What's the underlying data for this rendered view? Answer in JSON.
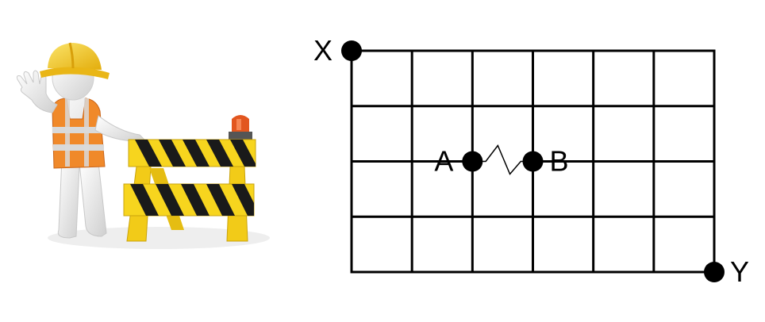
{
  "illustration": {
    "icon": "construction-worker-with-barrier",
    "colors": {
      "helmet": "#f5c518",
      "vest": "#f0892a",
      "reflective": "#d9d9d9",
      "barrier_yellow": "#f7d51e",
      "barrier_black": "#1a1a1a",
      "warning_light": "#e2561f",
      "figure": "#e9e9e9"
    }
  },
  "grid": {
    "columns": 6,
    "rows": 4,
    "line_color": "#000000",
    "points": [
      {
        "id": "X",
        "label": "X",
        "col": 0,
        "row": 0
      },
      {
        "id": "Y",
        "label": "Y",
        "col": 6,
        "row": 4
      },
      {
        "id": "A",
        "label": "A",
        "col": 2,
        "row": 2
      },
      {
        "id": "B",
        "label": "B",
        "col": 3,
        "row": 2
      }
    ],
    "broken_edge": [
      "A",
      "B"
    ]
  }
}
